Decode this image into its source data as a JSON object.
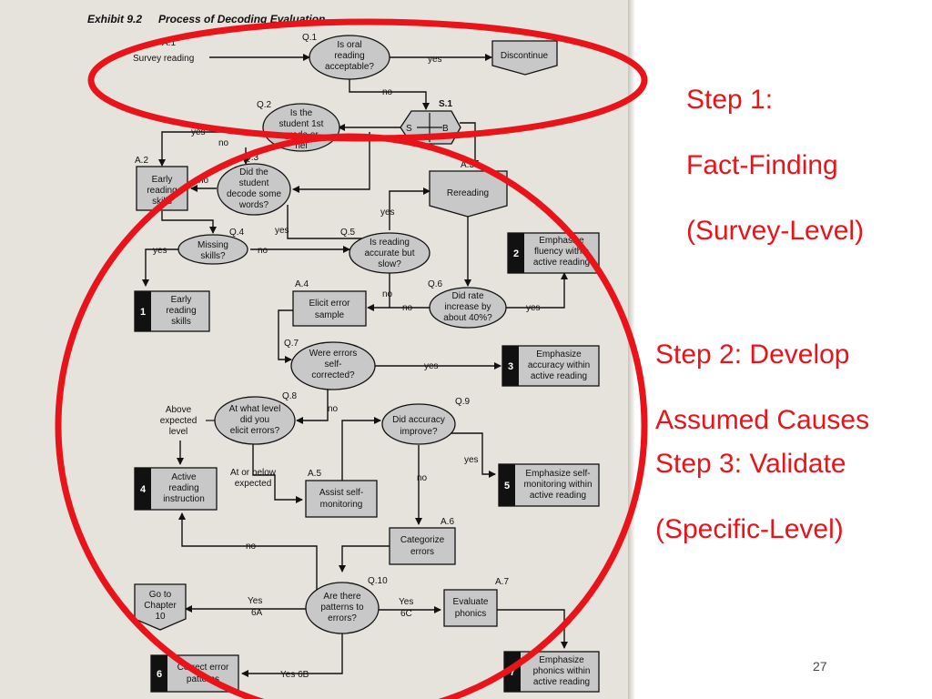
{
  "exhibit": {
    "number": "Exhibit 9.2",
    "title": "Process of Decoding Evaluation."
  },
  "annotations": {
    "step1_label": "Step 1:",
    "step1_title": "Fact-Finding",
    "step1_sub": "(Survey-Level)",
    "step2_line1": "Step 2: Develop",
    "step2_line2": "Assumed Causes",
    "step3_line1": "Step 3: Validate",
    "step3_line2": "(Specific-Level)",
    "accent_color": "#e8141a"
  },
  "nodes": {
    "a1_id": "A.1",
    "a1_text": "Survey reading",
    "q1_id": "Q.1",
    "q1_l1": "Is oral",
    "q1_l2": "reading",
    "q1_l3": "acceptable?",
    "discontinue": "Discontinue",
    "q2_id": "Q.2",
    "q2_l1": "Is the",
    "q2_l2": "student 1st",
    "q2_l3": "grade or",
    "q2_l4": "hel",
    "s1_id": "S.1",
    "s1_s": "S",
    "s1_b": "B",
    "a2_id": "A.2",
    "a2_l1": "Early",
    "a2_l2": "reading",
    "a2_l3": "skills",
    "q3_id": "Q.3",
    "q3_l1": "Did the",
    "q3_l2": "student",
    "q3_l3": "decode some",
    "q3_l4": "words?",
    "a3_id": "A.3",
    "a3_text": "Rereading",
    "o2_num": "2",
    "o2_l1": "Emphasize",
    "o2_l2": "fluency within",
    "o2_l3": "active reading",
    "q4_id": "Q.4",
    "q4_l1": "Missing",
    "q4_l2": "skills?",
    "q5_id": "Q.5",
    "q5_l1": "Is reading",
    "q5_l2": "accurate but",
    "q5_l3": "slow?",
    "o1_num": "1",
    "o1_l1": "Early",
    "o1_l2": "reading",
    "o1_l3": "skills",
    "a4_id": "A.4",
    "a4_l1": "Elicit error",
    "a4_l2": "sample",
    "q6_id": "Q.6",
    "q6_l1": "Did rate",
    "q6_l2": "increase by",
    "q6_l3": "about 40%?",
    "q7_id": "Q.7",
    "q7_l1": "Were errors",
    "q7_l2": "self-",
    "q7_l3": "corrected?",
    "o3_num": "3",
    "o3_l1": "Emphasize",
    "o3_l2": "accuracy within",
    "o3_l3": "active reading",
    "q8_id": "Q.8",
    "q8_l1": "At what level",
    "q8_l2": "did you",
    "q8_l3": "elicit errors?",
    "above_l1": "Above",
    "above_l2": "expected",
    "above_l3": "level",
    "q9_id": "Q.9",
    "q9_l1": "Did accuracy",
    "q9_l2": "improve?",
    "o4_num": "4",
    "o4_l1": "Active",
    "o4_l2": "reading",
    "o4_l3": "instruction",
    "below_l1": "At or below",
    "below_l2": "expected",
    "a5_id": "A.5",
    "a5_l1": "Assist self-",
    "a5_l2": "monitoring",
    "o5_num": "5",
    "o5_l1": "Emphasize self-",
    "o5_l2": "monitoring within",
    "o5_l3": "active reading",
    "a6_id": "A.6",
    "a6_l1": "Categorize",
    "a6_l2": "errors",
    "q10_id": "Q.10",
    "q10_l1": "Are there",
    "q10_l2": "patterns to",
    "q10_l3": "errors?",
    "ch10_l1": "Go to",
    "ch10_l2": "Chapter",
    "ch10_l3": "10",
    "a7_id": "A.7",
    "a7_l1": "Evaluate",
    "a7_l2": "phonics",
    "o6_num": "6",
    "o6_l1": "Correct error",
    "o6_l2": "patterns",
    "o7_num": "7",
    "o7_l1": "Emphasize",
    "o7_l2": "phonics within",
    "o7_l3": "active reading"
  },
  "edges": {
    "yes": "yes",
    "no": "no",
    "yes6a_l1": "Yes",
    "yes6a_l2": "6A",
    "yes6c_l1": "Yes",
    "yes6c_l2": "6C",
    "yes6b": "Yes 6B"
  },
  "page_number": "27"
}
